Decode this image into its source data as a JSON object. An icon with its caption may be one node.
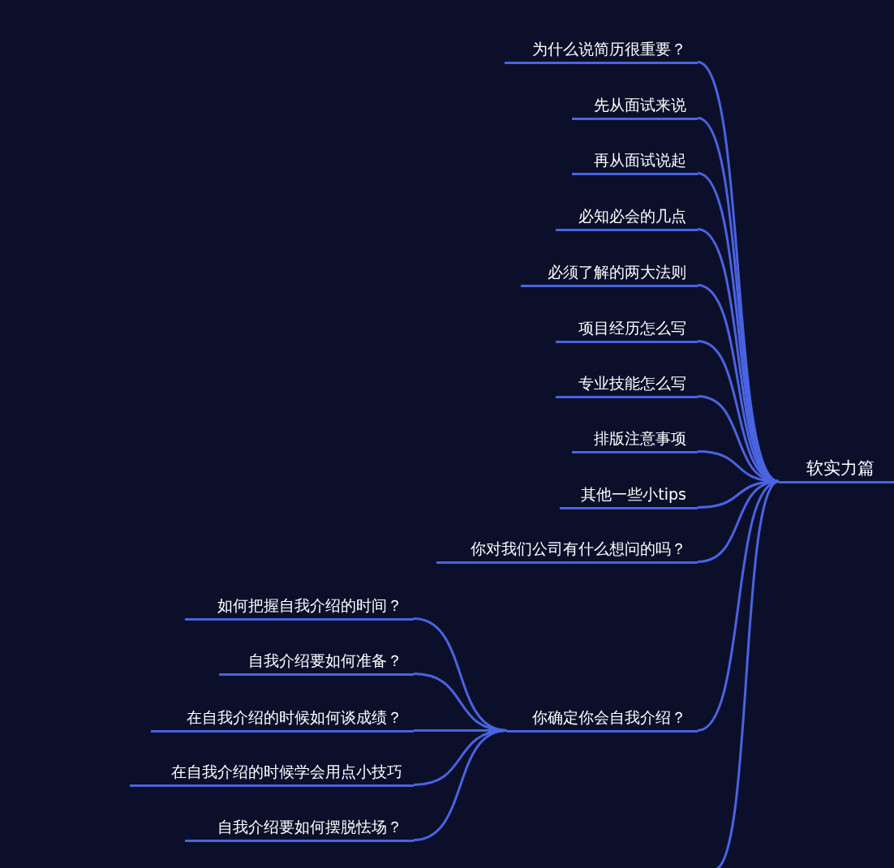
{
  "diagram": {
    "nodes": [
      {
        "text": [
          "软实力篇"
        ]
      },
      {
        "text": [
          "为什么说简历很重要？"
        ]
      },
      {
        "text": [
          "先从面试来说"
        ]
      },
      {
        "text": [
          "再从面试说起"
        ]
      },
      {
        "text": [
          "必知必会的几点"
        ]
      },
      {
        "text": [
          "必须了解的两大法则"
        ]
      },
      {
        "text": [
          "项目经历怎么写"
        ]
      },
      {
        "text": [
          "专业技能怎么写"
        ]
      },
      {
        "text": [
          "排版注意事项"
        ]
      },
      {
        "text": [
          "其他一些小tips"
        ]
      },
      {
        "text": [
          "你对我们公司有什么想问的吗？"
        ]
      },
      {
        "text": [
          "你确定你会自我介绍？"
        ]
      },
      {
        "text": [
          "如何把握自我介绍的时间？"
        ]
      },
      {
        "text": [
          "自我介绍要如何准备？"
        ]
      },
      {
        "text": [
          "在自我介绍的时候如何谈成绩？"
        ]
      },
      {
        "text": [
          "在自我介绍的时候学会用点小技巧"
        ]
      },
      {
        "text": [
          "自我介绍要如何摆脱怯场？"
        ]
      }
    ],
    "edges": [
      {
        "from": 0,
        "to": 1,
        "arrow": "none"
      },
      {
        "from": 0,
        "to": 2,
        "arrow": "none"
      },
      {
        "from": 0,
        "to": 3,
        "arrow": "none"
      },
      {
        "from": 0,
        "to": 4,
        "arrow": "none"
      },
      {
        "from": 0,
        "to": 5,
        "arrow": "none"
      },
      {
        "from": 0,
        "to": 6,
        "arrow": "none"
      },
      {
        "from": 0,
        "to": 7,
        "arrow": "none"
      },
      {
        "from": 0,
        "to": 8,
        "arrow": "none"
      },
      {
        "from": 0,
        "to": 9,
        "arrow": "none"
      },
      {
        "from": 0,
        "to": 10,
        "arrow": "none"
      },
      {
        "from": 0,
        "to": 11,
        "arrow": "none"
      },
      {
        "from": 0,
        "to": null,
        "arrow": "none"
      },
      {
        "from": 11,
        "to": 12,
        "arrow": "none"
      },
      {
        "from": 11,
        "to": 13,
        "arrow": "none"
      },
      {
        "from": 11,
        "to": 14,
        "arrow": "none"
      },
      {
        "from": 11,
        "to": 15,
        "arrow": "none"
      },
      {
        "from": 11,
        "to": 16,
        "arrow": "none"
      }
    ]
  }
}
